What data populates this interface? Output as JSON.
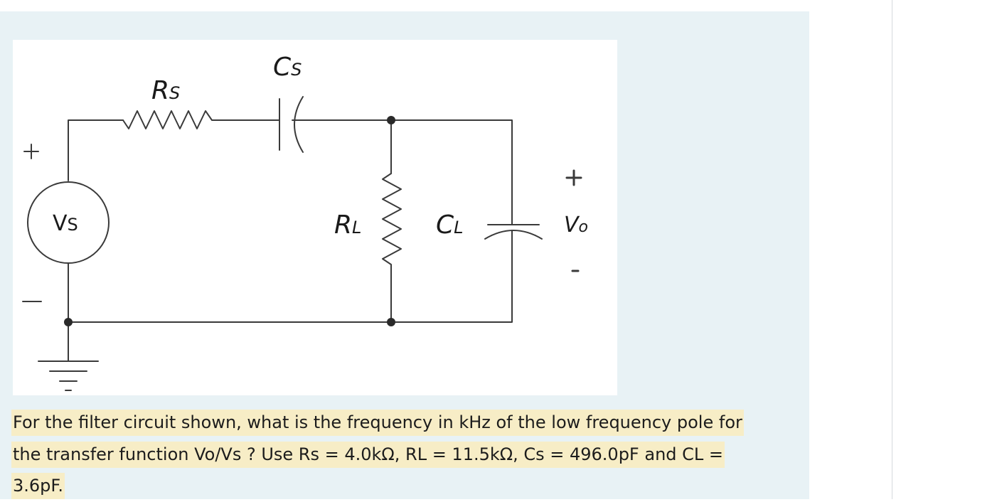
{
  "diagram": {
    "labels": {
      "rs": "R",
      "rs_sub": "S",
      "cs": "C",
      "cs_sub": "S",
      "rl": "R",
      "rl_sub": "L",
      "cl": "C",
      "cl_sub": "L",
      "vs": "V",
      "vs_sub": "S",
      "vo": "V",
      "vo_sub": "o",
      "src_plus": "+",
      "src_minus": "—",
      "out_plus": "+",
      "out_minus": "-"
    }
  },
  "question": {
    "text": "For the filter circuit shown, what is the frequency in kHz of the low frequency pole for the transfer function Vo/Vs ? Use Rs = 4.0kΩ, RL = 11.5kΩ, Cs = 496.0pF and CL = 3.6pF."
  },
  "colors": {
    "card_background": "#e8f2f5",
    "highlight": "#f7edc6",
    "wire": "#3a3a3a"
  }
}
